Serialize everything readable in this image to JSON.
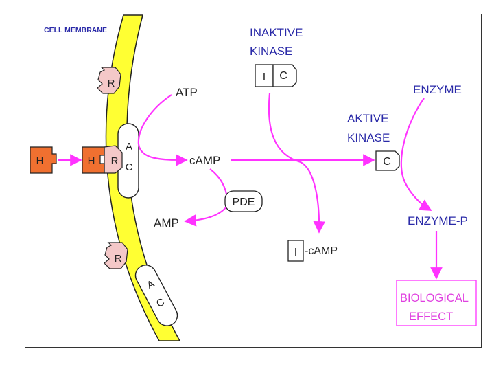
{
  "labels": {
    "cell_membrane": "CELL MEMBRANE",
    "inaktive_line1": "INAKTIVE",
    "inaktive_line2": "KINASE",
    "aktive_line1": "AKTIVE",
    "aktive_line2": "KINASE",
    "enzyme": "ENZYME",
    "enzyme_p": "ENZYME-P",
    "atp": "ATP",
    "camp": "cAMP",
    "amp": "AMP",
    "pde": "PDE",
    "i_camp_i": "I",
    "i_camp_text": "-cAMP",
    "biological_line1": "BIOLOGICAL",
    "biological_line2": "EFFECT",
    "hormone": "H",
    "hormone_bound": "H",
    "receptor": "R",
    "ac_a": "A",
    "ac_c": "C",
    "inaktive_i": "I",
    "inaktive_c": "C",
    "aktive_c": "C"
  },
  "colors": {
    "membrane": "#ffff33",
    "arrow": "#ff33ff",
    "blue_text": "#2a2aa8",
    "hormone": "#f07030",
    "receptor": "#f4c8c8",
    "effect_border": "#ff33ff"
  }
}
